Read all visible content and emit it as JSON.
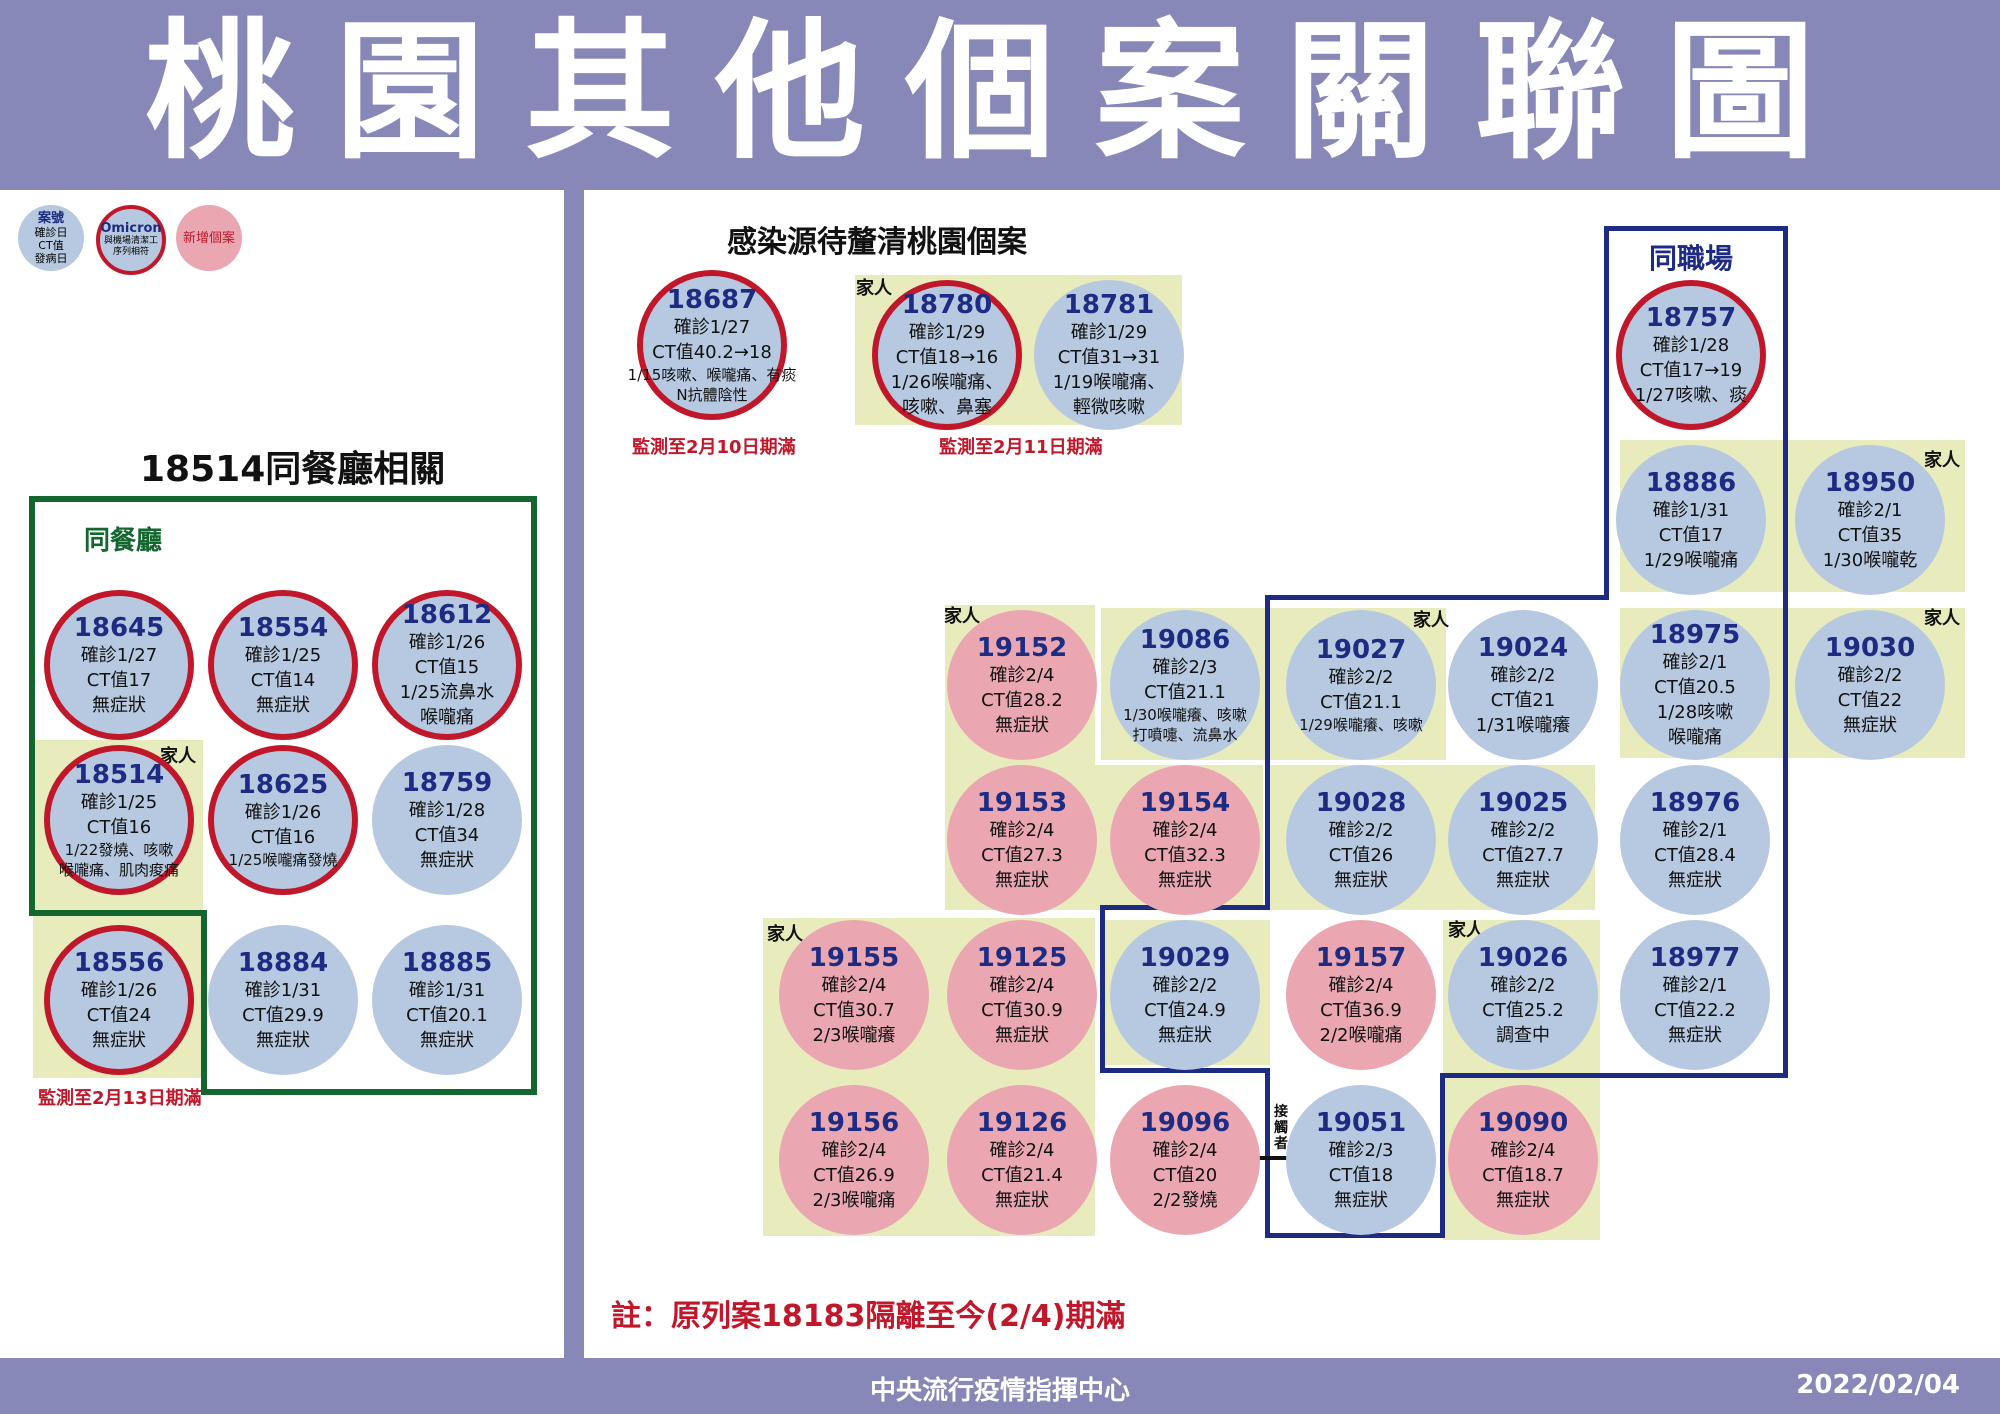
{
  "title": "桃園其他個案關聯圖",
  "footer": {
    "center": "中央流行疫情指揮中心",
    "date": "2022/02/04"
  },
  "legend": {
    "case_lines": [
      "案號",
      "確診日",
      "CT值",
      "發病日"
    ],
    "omicron_lines": [
      "Omicron",
      "與機場清潔工",
      "序列相符"
    ],
    "new_label": "新增個案",
    "colors": {
      "existing": "#b7c9e0",
      "new": "#eaa7b1",
      "omicron_ring": "#c0182a"
    }
  },
  "left": {
    "title": "18514同餐廳相關",
    "group_label": "同餐廳",
    "family_label": "家人",
    "monitor": "監測至2月13日期滿"
  },
  "right": {
    "title": "感染源待釐清桃園個案",
    "same_workplace": "同職場",
    "family_label": "家人",
    "monitor_1": "監測至2月10日期滿",
    "monitor_2": "監測至2月11日期滿",
    "contact_label": "接觸者",
    "note": "註：原列案18183隔離至今(2/4)期滿"
  },
  "cases": [
    {
      "id": "18645",
      "lines": [
        "確診1/27",
        "CT值17",
        "無症狀"
      ]
    },
    {
      "id": "18554",
      "lines": [
        "確診1/25",
        "CT值14",
        "無症狀"
      ]
    },
    {
      "id": "18612",
      "lines": [
        "確診1/26",
        "CT值15",
        "1/25流鼻水",
        "喉嚨痛"
      ]
    },
    {
      "id": "18514",
      "lines": [
        "確診1/25",
        "CT值16",
        "1/22發燒、咳嗽",
        "喉嚨痛、肌肉痠痛"
      ]
    },
    {
      "id": "18625",
      "lines": [
        "確診1/26",
        "CT值16",
        "1/25喉嚨痛發燒"
      ]
    },
    {
      "id": "18759",
      "lines": [
        "確診1/28",
        "CT值34",
        "無症狀"
      ]
    },
    {
      "id": "18556",
      "lines": [
        "確診1/26",
        "CT值24",
        "無症狀"
      ]
    },
    {
      "id": "18884",
      "lines": [
        "確診1/31",
        "CT值29.9",
        "無症狀"
      ]
    },
    {
      "id": "18885",
      "lines": [
        "確診1/31",
        "CT值20.1",
        "無症狀"
      ]
    },
    {
      "id": "18687",
      "lines": [
        "確診1/27",
        "CT值40.2→18",
        "1/15咳嗽、喉嚨痛、有痰",
        "N抗體陰性"
      ]
    },
    {
      "id": "18780",
      "lines": [
        "確診1/29",
        "CT值18→16",
        "1/26喉嚨痛、",
        "咳嗽、鼻塞"
      ]
    },
    {
      "id": "18781",
      "lines": [
        "確診1/29",
        "CT值31→31",
        "1/19喉嚨痛、",
        "輕微咳嗽"
      ]
    },
    {
      "id": "18757",
      "lines": [
        "確診1/28",
        "CT值17→19",
        "1/27咳嗽、痰"
      ]
    },
    {
      "id": "18886",
      "lines": [
        "確診1/31",
        "CT值17",
        "1/29喉嚨痛"
      ]
    },
    {
      "id": "18950",
      "lines": [
        "確診2/1",
        "CT值35",
        "1/30喉嚨乾"
      ]
    },
    {
      "id": "19152",
      "lines": [
        "確診2/4",
        "CT值28.2",
        "無症狀"
      ]
    },
    {
      "id": "19086",
      "lines": [
        "確診2/3",
        "CT值21.1",
        "1/30喉嚨癢、咳嗽",
        "打噴嚏、流鼻水"
      ]
    },
    {
      "id": "19027",
      "lines": [
        "確診2/2",
        "CT值21.1",
        "1/29喉嚨癢、咳嗽"
      ]
    },
    {
      "id": "19024",
      "lines": [
        "確診2/2",
        "CT值21",
        "1/31喉嚨癢"
      ]
    },
    {
      "id": "18975",
      "lines": [
        "確診2/1",
        "CT值20.5",
        "1/28咳嗽",
        "喉嚨痛"
      ]
    },
    {
      "id": "19030",
      "lines": [
        "確診2/2",
        "CT值22",
        "無症狀"
      ]
    },
    {
      "id": "19153",
      "lines": [
        "確診2/4",
        "CT值27.3",
        "無症狀"
      ]
    },
    {
      "id": "19154",
      "lines": [
        "確診2/4",
        "CT值32.3",
        "無症狀"
      ]
    },
    {
      "id": "19028",
      "lines": [
        "確診2/2",
        "CT值26",
        "無症狀"
      ]
    },
    {
      "id": "19025",
      "lines": [
        "確診2/2",
        "CT值27.7",
        "無症狀"
      ]
    },
    {
      "id": "18976",
      "lines": [
        "確診2/1",
        "CT值28.4",
        "無症狀"
      ]
    },
    {
      "id": "19155",
      "lines": [
        "確診2/4",
        "CT值30.7",
        "2/3喉嚨癢"
      ]
    },
    {
      "id": "19125",
      "lines": [
        "確診2/4",
        "CT值30.9",
        "無症狀"
      ]
    },
    {
      "id": "19029",
      "lines": [
        "確診2/2",
        "CT值24.9",
        "無症狀"
      ]
    },
    {
      "id": "19157",
      "lines": [
        "確診2/4",
        "CT值36.9",
        "2/2喉嚨痛"
      ]
    },
    {
      "id": "19026",
      "lines": [
        "確診2/2",
        "CT值25.2",
        "調查中"
      ]
    },
    {
      "id": "18977",
      "lines": [
        "確診2/1",
        "CT值22.2",
        "無症狀"
      ]
    },
    {
      "id": "19156",
      "lines": [
        "確診2/4",
        "CT值26.9",
        "2/3喉嚨痛"
      ]
    },
    {
      "id": "19126",
      "lines": [
        "確診2/4",
        "CT值21.4",
        "無症狀"
      ]
    },
    {
      "id": "19096",
      "lines": [
        "確診2/4",
        "CT值20",
        "2/2發燒"
      ]
    },
    {
      "id": "19051",
      "lines": [
        "確診2/3",
        "CT值18",
        "無症狀"
      ]
    },
    {
      "id": "19090",
      "lines": [
        "確診2/4",
        "CT值18.7",
        "無症狀"
      ]
    }
  ]
}
